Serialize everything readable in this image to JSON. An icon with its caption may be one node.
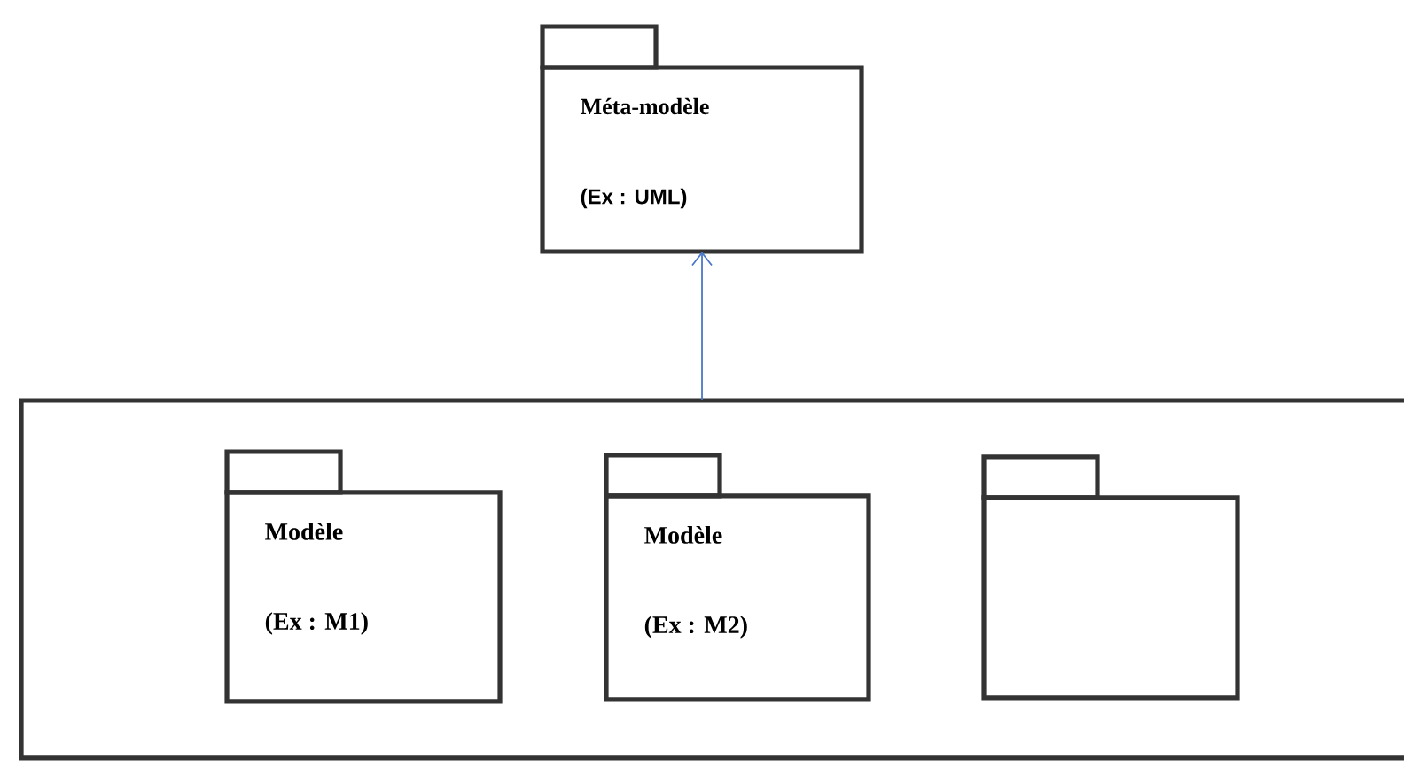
{
  "diagram": {
    "nodes": [
      {
        "text": [
          "Méta-modèle",
          "(Ex : UML)"
        ]
      },
      {
        "text": [],
        "shape": "box"
      },
      {
        "text": [
          "Modèle",
          "(Ex : M1)"
        ],
        "in": 1
      },
      {
        "text": [
          "Modèle",
          "(Ex : M2)"
        ],
        "in": 1
      },
      {
        "text": [],
        "shape": "folder",
        "in": 1
      }
    ],
    "edges": [
      {
        "from": 1,
        "to": 0,
        "arrow": "to",
        "color": "#4a78c8"
      }
    ]
  }
}
